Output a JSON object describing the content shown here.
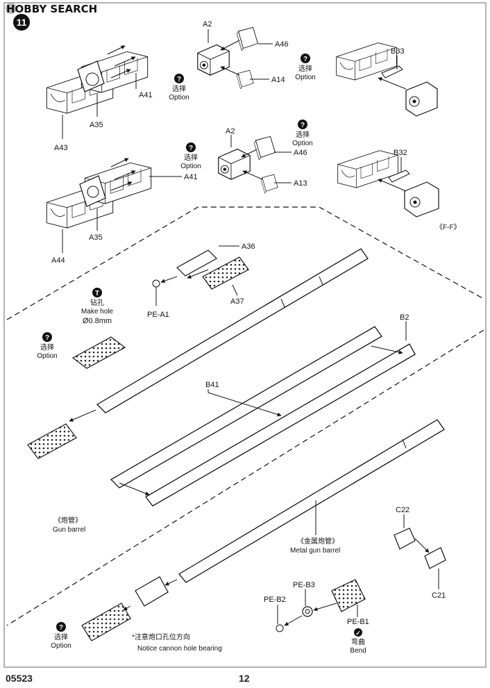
{
  "watermark": "HOBBY SEARCH",
  "step_number": "11",
  "option_zh": "选择",
  "option_en": "Option",
  "option_glyph": "?",
  "make_hole_zh": "钻孔",
  "make_hole_en": "Make hole",
  "make_hole_size": "Ø0.8mm",
  "make_hole_glyph": "T",
  "view_label": "《F-F》",
  "gun_barrel_zh": "《炮管》",
  "gun_barrel_en": "Gun barrel",
  "metal_barrel_zh": "《金属炮管》",
  "metal_barrel_en": "Metal gun barrel",
  "notice_zh": "*注意炮口孔位方向",
  "notice_en": "Notice cannon hole bearing",
  "bend_zh": "弯曲",
  "bend_en": "Bend",
  "bend_glyph": "✓",
  "parts": {
    "a2_top": "A2",
    "a46_top": "A46",
    "a14": "A14",
    "b33": "B33",
    "a41_top": "A41",
    "a35_top": "A35",
    "a43": "A43",
    "a2_mid": "A2",
    "a46_mid": "A46",
    "a13": "A13",
    "b32": "B32",
    "a41_mid": "A41",
    "a35_mid": "A35",
    "a44": "A44",
    "a36": "A36",
    "a37": "A37",
    "pe_a1": "PE-A1",
    "b2": "B2",
    "b41": "B41",
    "c22": "C22",
    "c21": "C21",
    "pe_b3": "PE-B3",
    "pe_b2": "PE-B2",
    "pe_b1": "PE-B1"
  },
  "doc_code": "05523",
  "page_number": "12"
}
